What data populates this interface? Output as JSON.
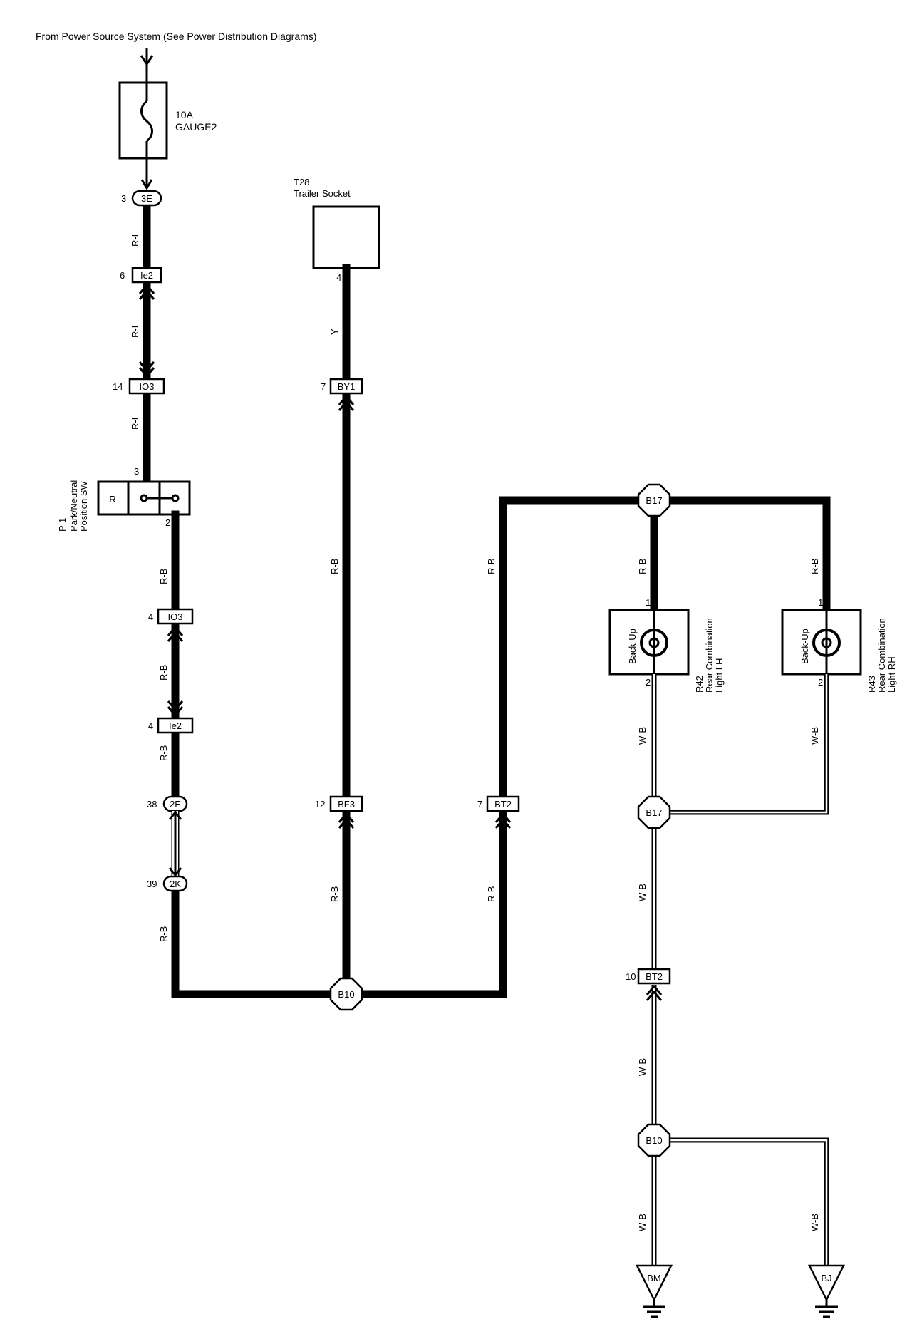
{
  "header": {
    "source": "From Power Source System (See Power Distribution Diagrams)"
  },
  "fuse": {
    "rating": "10A",
    "name": "GAUGE2"
  },
  "components": {
    "t28": {
      "code": "T28",
      "name": "Trailer Socket",
      "pin": "4"
    },
    "p1": {
      "code": "P 1",
      "name_line1": "Park/Neutral",
      "name_line2": "Position SW",
      "pin_in": "3",
      "pin_out": "2",
      "contact": "R"
    },
    "r42": {
      "code": "R42",
      "name_line1": "Rear Combination",
      "name_line2": "Light LH",
      "label": "Back-Up",
      "pin_in": "1",
      "pin_out": "2"
    },
    "r43": {
      "code": "R43",
      "name_line1": "Rear Combination",
      "name_line2": "Light RH",
      "label": "Back-Up",
      "pin_in": "1",
      "pin_out": "2"
    }
  },
  "connectors": {
    "c3e": {
      "pin": "3",
      "code": "3E"
    },
    "ie2a": {
      "pin": "6",
      "code": "Ie2"
    },
    "io3a": {
      "pin": "14",
      "code": "IO3"
    },
    "io3b": {
      "pin": "4",
      "code": "IO3"
    },
    "ie2b": {
      "pin": "4",
      "code": "Ie2"
    },
    "c2e": {
      "pin": "38",
      "code": "2E"
    },
    "c2k": {
      "pin": "39",
      "code": "2K"
    },
    "by1": {
      "pin": "7",
      "code": "BY1"
    },
    "bf3": {
      "pin": "12",
      "code": "BF3"
    },
    "bt2a": {
      "pin": "7",
      "code": "BT2"
    },
    "bt2b": {
      "pin": "10",
      "code": "BT2"
    }
  },
  "junctions": {
    "b10_top": "B10",
    "b17_top": "B17",
    "b17_mid": "B17",
    "b10_low": "B10"
  },
  "wires": {
    "rl": "R-L",
    "rb": "R-B",
    "y": "Y",
    "wb": "W-B"
  },
  "grounds": {
    "bm": "BM",
    "bj": "BJ"
  }
}
